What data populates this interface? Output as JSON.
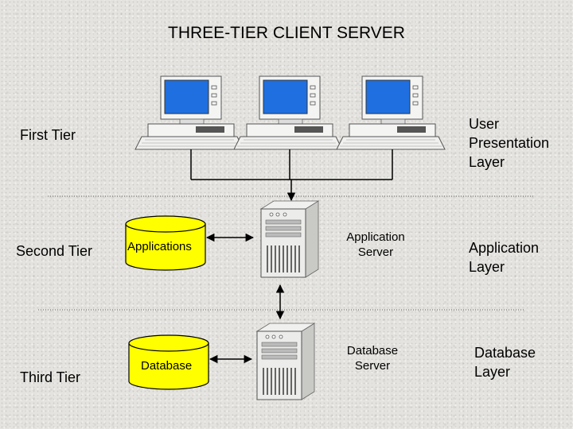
{
  "title": "THREE-TIER CLIENT SERVER",
  "tiers": {
    "first": "First Tier",
    "second": "Second Tier",
    "third": "Third Tier"
  },
  "layers": {
    "user_presentation": [
      "User",
      "Presentation",
      "Layer"
    ],
    "application": [
      "Application",
      "Layer"
    ],
    "database": [
      "Database",
      "Layer"
    ]
  },
  "components": {
    "applications": "Applications",
    "database": "Database"
  },
  "servers": {
    "application": [
      "Application",
      "Server"
    ],
    "database": [
      "Database",
      "Server"
    ]
  },
  "colors": {
    "screen": "#1f6fe0",
    "cylinder": "#ffff00",
    "line": "#000000",
    "divider": "#666666"
  }
}
